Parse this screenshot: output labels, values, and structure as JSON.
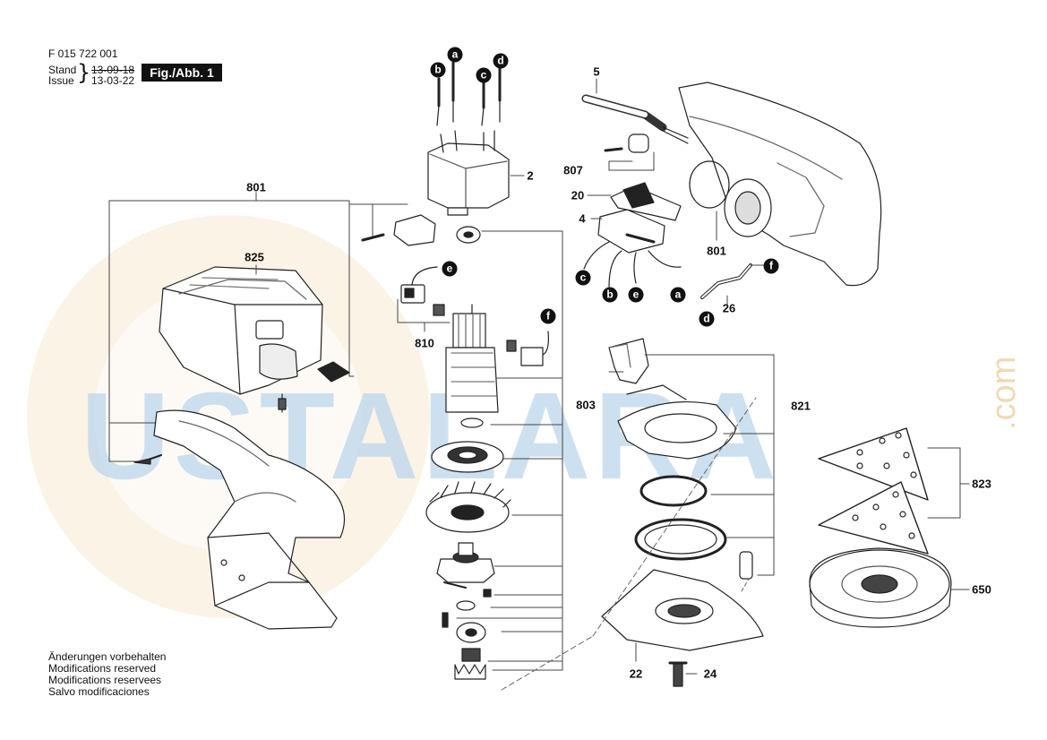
{
  "header": {
    "doc_number": "F 015 722 001",
    "stand_label": "Stand",
    "issue_label": "Issue",
    "stand_date_old": "13-09-18",
    "issue_date": "13-03-22",
    "figure_label": "Fig./Abb. 1"
  },
  "notes": [
    "Änderungen vorbehalten",
    "Modifications reserved",
    "Modifications reservees",
    "Salvo modificaciones"
  ],
  "part_numbers": [
    "801",
    "825",
    "810",
    "2",
    "803",
    "5",
    "807",
    "20",
    "4",
    "801",
    "26",
    "821",
    "823",
    "650",
    "22",
    "24"
  ],
  "wire_markers": [
    "b",
    "a",
    "c",
    "d",
    "e",
    "f",
    "c",
    "b",
    "e",
    "a",
    "f",
    "d"
  ],
  "watermark": {
    "text": "USTALARA",
    "suffix": ".com"
  },
  "colors": {
    "ink": "#111111",
    "watermark_blue": "#b9d4ea",
    "watermark_orange": "#f6e3c4",
    "callout_line": "#444444"
  }
}
